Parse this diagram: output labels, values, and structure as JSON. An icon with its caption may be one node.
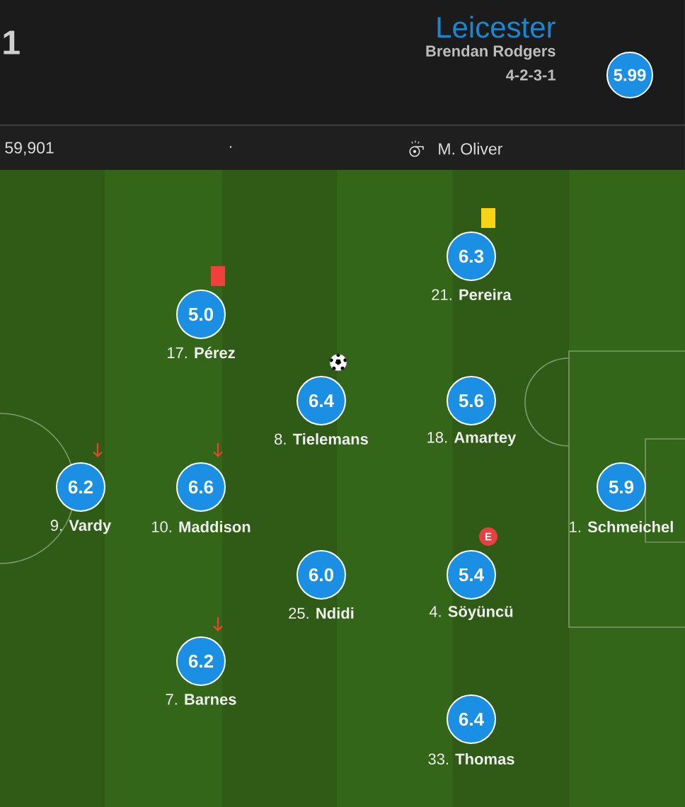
{
  "diagram": {
    "nodes": [
      {
        "text": [
          "5.99"
        ]
      },
      {
        "text": [
          "6.3"
        ],
        "beside": [
          "21. **Pereira**"
        ]
      },
      {
        "text": [
          "5.0"
        ],
        "beside": [
          "17. **Pérez**"
        ]
      },
      {
        "text": [
          "6.4"
        ],
        "beside": [
          "8. **Tielemans**"
        ]
      },
      {
        "text": [
          "5.6"
        ],
        "beside": [
          "18. **Amartey**"
        ]
      },
      {
        "text": [
          "6.2"
        ],
        "beside": [
          "9. **Vardy**"
        ]
      },
      {
        "text": [
          "6.6"
        ],
        "beside": [
          "10. **Maddison**"
        ]
      },
      {
        "text": [
          "5.9"
        ],
        "beside": [
          "1. **Schmeichel**"
        ]
      },
      {
        "text": [
          "6.0"
        ],
        "beside": [
          "25. **Ndidi**"
        ]
      },
      {
        "text": [
          "5.4"
        ],
        "beside": [
          "4. **Söyüncü**"
        ]
      },
      {
        "text": [
          "6.2"
        ],
        "beside": [
          "7. **Barnes**"
        ]
      },
      {
        "text": [
          "6.4"
        ],
        "beside": [
          "33. **Thomas**"
        ]
      }
    ],
    "labels": [
      "1",
      "Leicester",
      "Brendan Rodgers",
      "4-2-3-1",
      "59,901",
      "·",
      "M. Oliver",
      "E"
    ]
  }
}
